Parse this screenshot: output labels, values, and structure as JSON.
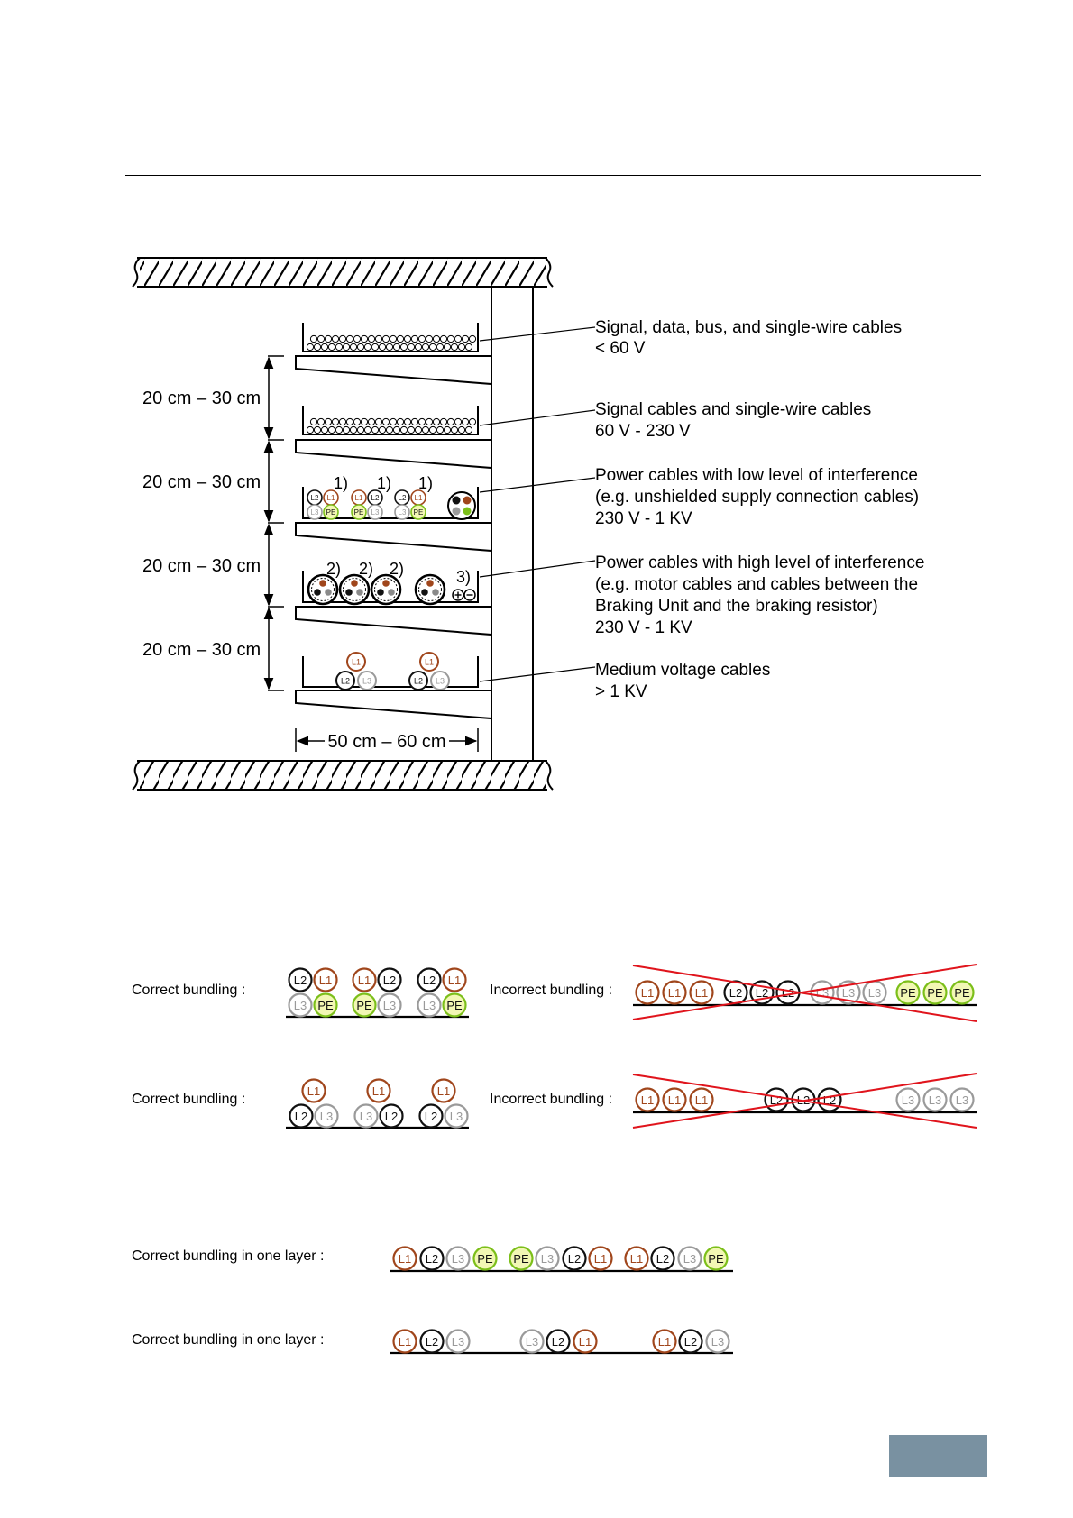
{
  "colors": {
    "L1": "#a0461c",
    "L2": "#111111",
    "L3": "#9a9a9a",
    "PE_ring": "#7cbf1a",
    "PE_fill": "#f2f7b4",
    "cross": "#e0141c",
    "page_box": "#7991a1"
  },
  "cable_tray": {
    "trays": [
      {
        "label_lines": [
          "Signal, data, bus, and single-wire cables",
          "< 60 V"
        ]
      },
      {
        "label_lines": [
          "Signal cables and single-wire cables",
          "60 V - 230 V"
        ]
      },
      {
        "label_lines": [
          "Power cables with low level of interference",
          "(e.g. unshielded supply connection cables)",
          "230 V - 1 KV"
        ]
      },
      {
        "label_lines": [
          "Power cables with high level of interference",
          "(e.g. motor cables and cables between the",
          "Braking Unit and the braking resistor)",
          "230 V - 1 KV"
        ]
      },
      {
        "label_lines": [
          "Medium voltage cables",
          "> 1 KV"
        ]
      }
    ],
    "spacing_labels": [
      "20 cm – 30 cm",
      "20 cm – 30 cm",
      "20 cm – 30 cm",
      "20 cm – 30 cm"
    ],
    "width_label": "50 cm – 60 cm",
    "footnote_1": "1)",
    "footnote_2": "2)",
    "footnote_3": "3)",
    "tray3_bundle_conductors": [
      [
        "L2",
        "L1",
        "L3",
        "PE"
      ],
      [
        "L1",
        "L2",
        "PE",
        "L3"
      ],
      [
        "L2",
        "L1",
        "L3",
        "PE"
      ]
    ],
    "tray5_trefoil_conductors": [
      [
        "L1",
        "L2",
        "L3"
      ],
      [
        "L1",
        "L2",
        "L3"
      ]
    ]
  },
  "bundling": {
    "rows": [
      {
        "correct_label": "Correct bundling :",
        "correct_groups": [
          [
            "L2",
            "L1",
            "L3",
            "PE"
          ],
          [
            "L1",
            "L2",
            "PE",
            "L3"
          ],
          [
            "L2",
            "L1",
            "L3",
            "PE"
          ]
        ],
        "incorrect_label": "Incorrect bundling :",
        "incorrect_seq": [
          "L1",
          "L1",
          "L1",
          "L2",
          "L2",
          "L2",
          "L3",
          "L3",
          "L3",
          "PE",
          "PE",
          "PE"
        ]
      },
      {
        "correct_label": "Correct bundling :",
        "correct_groups": [
          [
            "L1",
            "L2",
            "L3"
          ],
          [
            "L1",
            "L3",
            "L2"
          ],
          [
            "L1",
            "L2",
            "L3"
          ]
        ],
        "incorrect_label": "Incorrect bundling :",
        "incorrect_seq": [
          "L1",
          "L1",
          "L1",
          "L2",
          "L2",
          "L2",
          "L3",
          "L3",
          "L3"
        ]
      }
    ],
    "one_layer": [
      {
        "label": "Correct bundling in one layer :",
        "seq": [
          "L1",
          "L2",
          "L3",
          "PE",
          "PE",
          "L3",
          "L2",
          "L1",
          "L1",
          "L2",
          "L3",
          "PE"
        ]
      },
      {
        "label": "Correct bundling in one layer :",
        "seq": [
          "L1",
          "L2",
          "L3",
          "L3",
          "L2",
          "L1",
          "L1",
          "L2",
          "L3"
        ]
      }
    ]
  }
}
